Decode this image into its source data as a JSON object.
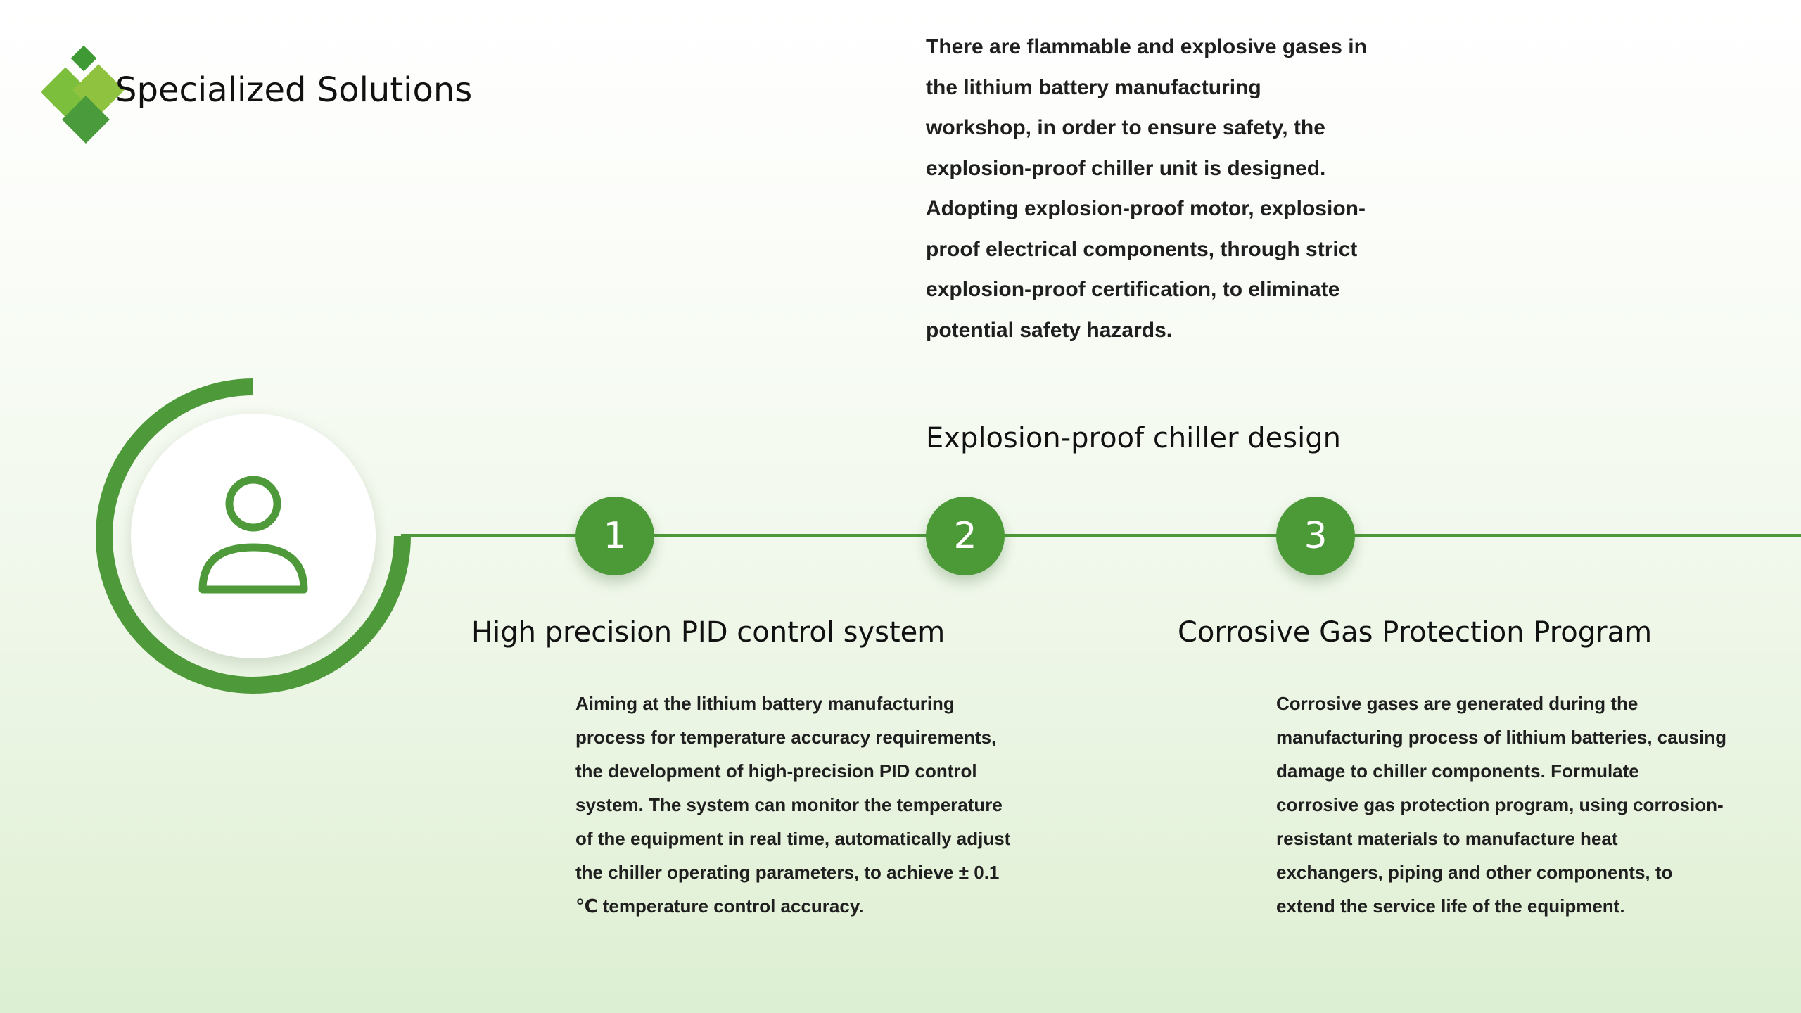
{
  "brand": {
    "title": "Specialized Solutions",
    "colors": {
      "accent": "#4e9a3a",
      "light_green": "#8fc33f",
      "dark_text": "#111111"
    }
  },
  "icons": {
    "logo": "green-diamonds-logo",
    "person": "person-icon"
  },
  "items": [
    {
      "number": "1",
      "title": "High precision PID control system",
      "description": "Aiming at the lithium battery manufacturing process for temperature accuracy requirements, the development of high-precision PID control system. The system can monitor the temperature of the equipment in real time, automatically adjust the chiller operating parameters, to achieve ± 0.1 ℃ temperature control accuracy."
    },
    {
      "number": "2",
      "title": "Explosion-proof chiller design",
      "description": "There are flammable and explosive gases in the lithium battery manufacturing workshop, in order to ensure safety, the explosion-proof chiller unit is designed. Adopting explosion-proof motor, explosion-proof electrical components, through strict explosion-proof certification, to eliminate potential safety hazards."
    },
    {
      "number": "3",
      "title": "Corrosive Gas Protection Program",
      "description": "Corrosive gases are generated during the manufacturing process of lithium batteries, causing damage to chiller components. Formulate corrosive gas protection program, using corrosion-resistant materials to manufacture heat exchangers, piping and other components, to extend the service life of the equipment."
    }
  ]
}
